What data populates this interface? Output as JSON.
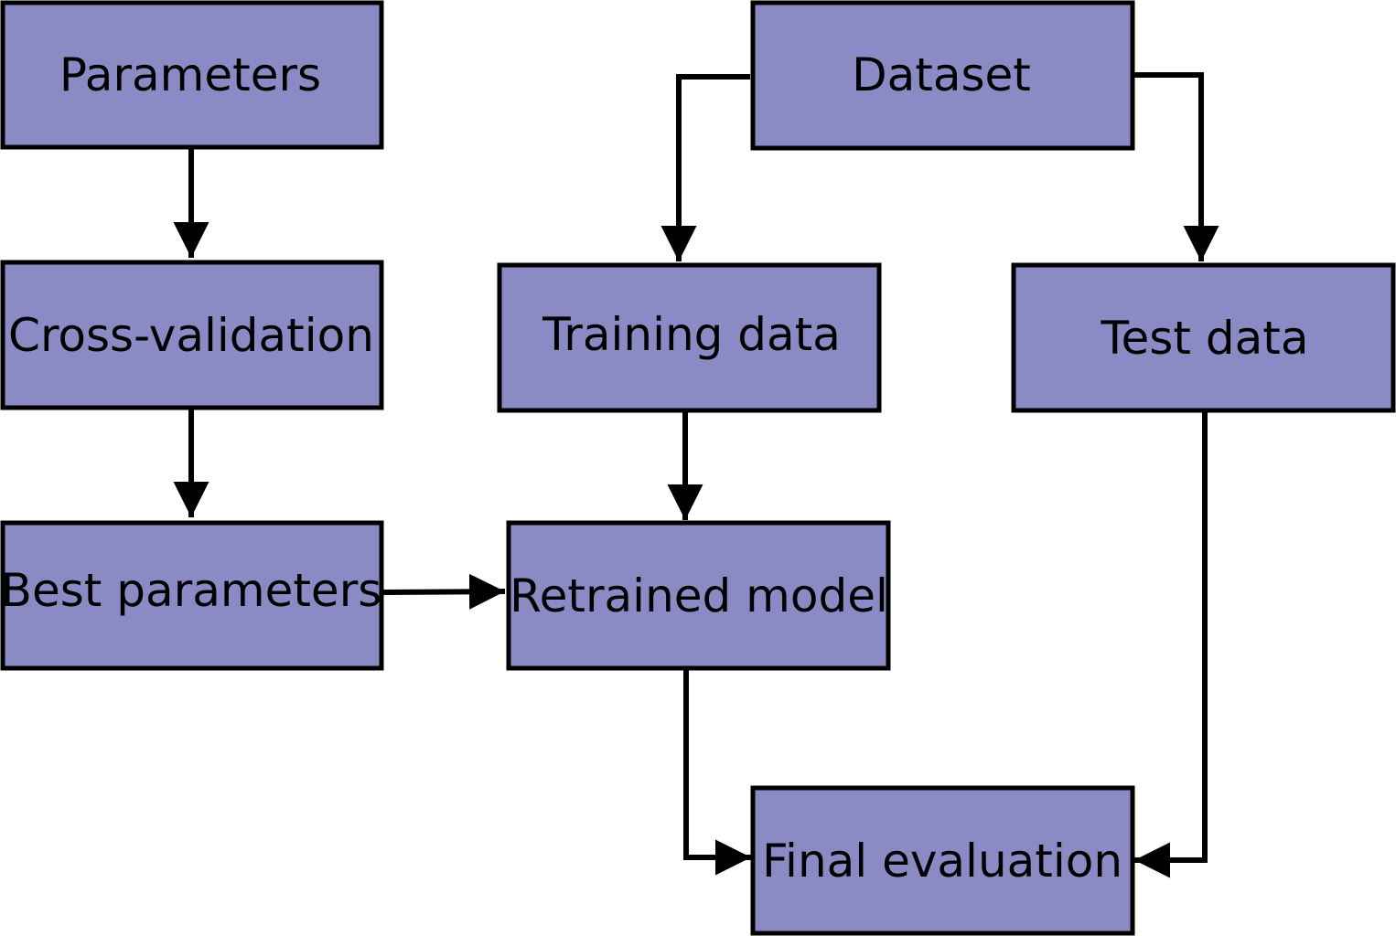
{
  "colors": {
    "box_fill": "#8a8bc4",
    "stroke": "#000000",
    "background": "#ffffff"
  },
  "nodes": {
    "parameters": "Parameters",
    "cross_validation": "Cross-validation",
    "best_parameters": "Best parameters",
    "dataset": "Dataset",
    "training_data": "Training data",
    "test_data": "Test data",
    "retrained_model": "Retrained model",
    "final_evaluation": "Final evaluation"
  },
  "edges": [
    {
      "from": "parameters",
      "to": "cross_validation"
    },
    {
      "from": "cross_validation",
      "to": "best_parameters"
    },
    {
      "from": "best_parameters",
      "to": "retrained_model"
    },
    {
      "from": "dataset",
      "to": "training_data"
    },
    {
      "from": "dataset",
      "to": "test_data"
    },
    {
      "from": "training_data",
      "to": "retrained_model"
    },
    {
      "from": "retrained_model",
      "to": "final_evaluation"
    },
    {
      "from": "test_data",
      "to": "final_evaluation"
    }
  ]
}
